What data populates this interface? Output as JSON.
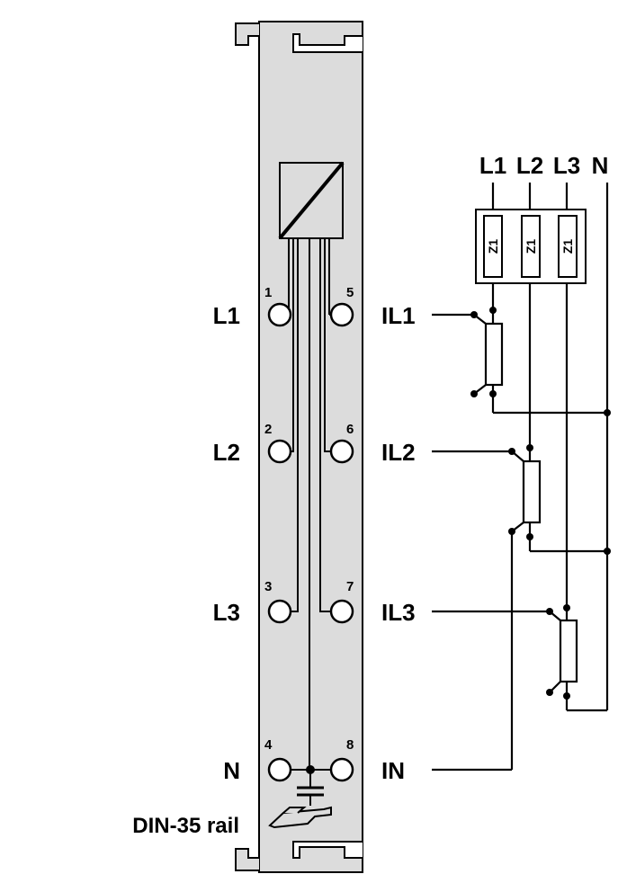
{
  "colors": {
    "module_fill": "#dcdcdc",
    "line": "#000000",
    "background": "#ffffff"
  },
  "icons": [
    "din-rail-icon",
    "converter-icon",
    "fuse-icon",
    "current-transformer-icon"
  ],
  "terminals": {
    "left": [
      {
        "label": "L1",
        "number": "1"
      },
      {
        "label": "L2",
        "number": "2"
      },
      {
        "label": "L3",
        "number": "3"
      },
      {
        "label": "N",
        "number": "4"
      }
    ],
    "right": [
      {
        "label": "IL1",
        "number": "5"
      },
      {
        "label": "IL2",
        "number": "6"
      },
      {
        "label": "IL3",
        "number": "7"
      },
      {
        "label": "IN",
        "number": "8"
      }
    ]
  },
  "mains": {
    "phases": [
      "L1",
      "L2",
      "L3",
      "N"
    ]
  },
  "fuses": [
    "Z1",
    "Z1",
    "Z1"
  ],
  "rail_label": "DIN-35 rail"
}
